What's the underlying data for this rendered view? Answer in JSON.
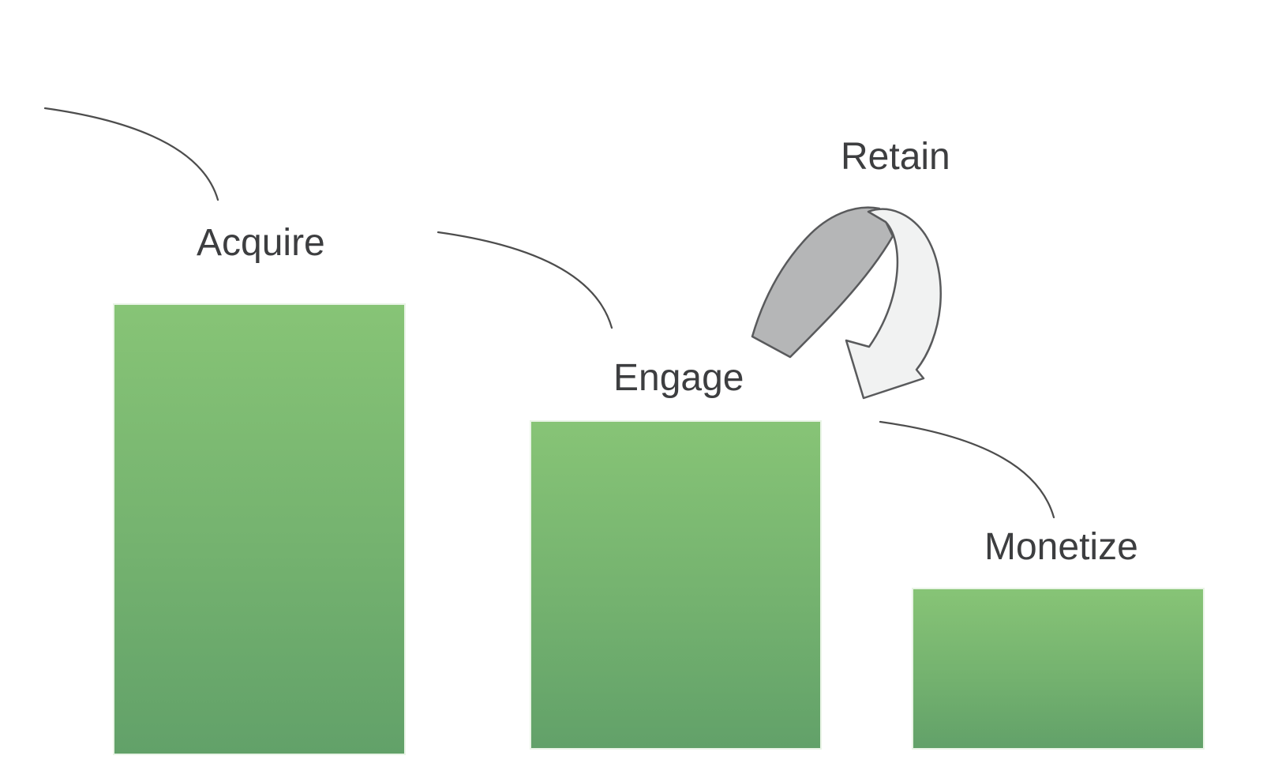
{
  "stages": [
    {
      "id": "acquire",
      "label": "Acquire"
    },
    {
      "id": "engage",
      "label": "Engage"
    },
    {
      "id": "monetize",
      "label": "Monetize"
    }
  ],
  "retain": {
    "label": "Retain"
  },
  "icons": [
    "connector-arc",
    "retain-loop-arrow-icon"
  ],
  "colors": {
    "background": "#ffffff",
    "bar_gradient_top": "#87c476",
    "bar_gradient_bottom": "#62a169",
    "bar_border": "#eaf4e7",
    "label_text": "#3d3e40",
    "connector_stroke": "#4d4d4d",
    "loop_back_fill": "#b5b6b7",
    "loop_front_fill": "#f1f2f2",
    "loop_stroke": "#595a5c"
  },
  "diagram_data": {
    "type": "funnel-bars",
    "bars": [
      {
        "label": "Acquire",
        "relative_height": 1.0
      },
      {
        "label": "Engage",
        "relative_height": 0.73
      },
      {
        "label": "Monetize",
        "relative_height": 0.36
      }
    ],
    "loop": {
      "label": "Retain",
      "between": [
        "Engage",
        "Monetize"
      ]
    },
    "flow": [
      "Acquire",
      "Engage",
      "Monetize"
    ]
  }
}
